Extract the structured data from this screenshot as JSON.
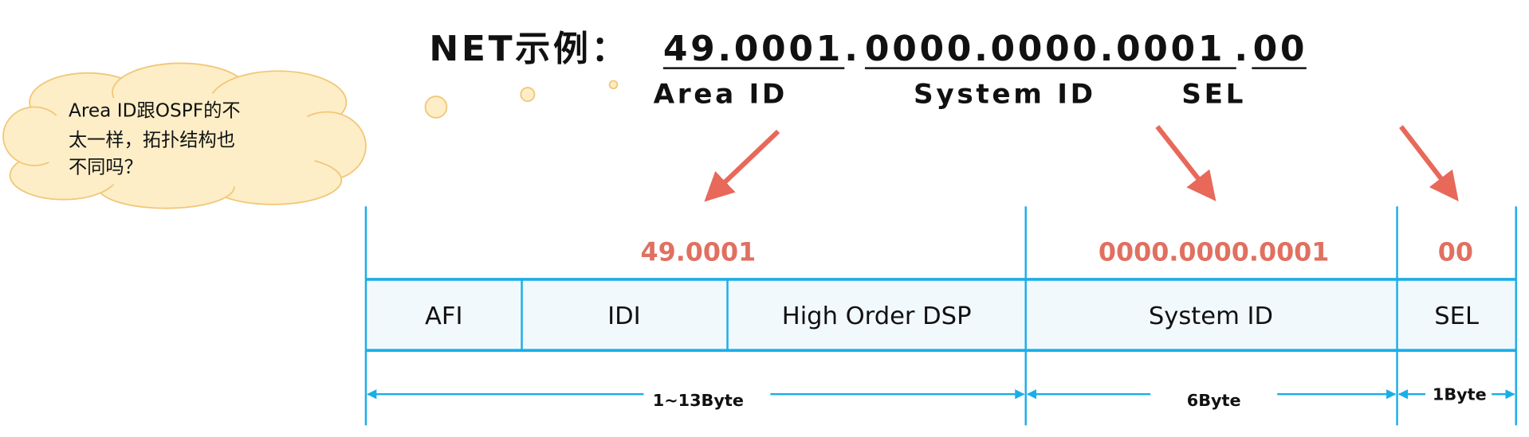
{
  "title": {
    "prefix": "NET示例：",
    "area": "49.0001",
    "dot1": ".",
    "system": "0000.0000.0001",
    "dot2": ".",
    "sel": "00"
  },
  "labels": {
    "area": "Area ID",
    "system": "System ID",
    "sel": "SEL"
  },
  "cloud": {
    "lines": [
      "Area ID跟OSPF的不",
      "太一样，拓扑结构也",
      "不同吗？"
    ]
  },
  "table": {
    "values": {
      "area": "49.0001",
      "system": "0000.0000.0001",
      "sel": "00"
    },
    "cells": [
      "AFI",
      "IDI",
      "High Order DSP",
      "System ID",
      "SEL"
    ],
    "bytes": {
      "area": "1~13Byte",
      "system": "6Byte",
      "sel": "1Byte"
    }
  },
  "colors": {
    "accent_red": "#e07060",
    "line_blue": "#19aee8",
    "cell_fill": "#f2f9fd",
    "cloud_fill": "#fdeec8"
  }
}
